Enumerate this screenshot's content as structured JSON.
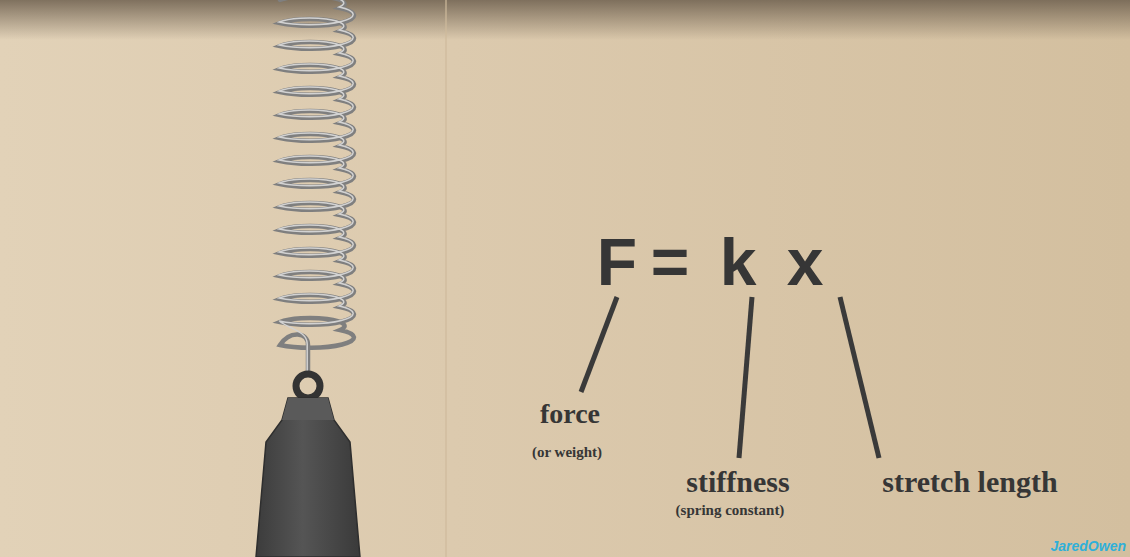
{
  "diagram": {
    "labels": [
      "F",
      "=",
      "k",
      "x",
      "force",
      "(or weight)",
      "stiffness",
      "(spring constant)",
      "stretch length",
      "JaredOwen"
    ]
  }
}
